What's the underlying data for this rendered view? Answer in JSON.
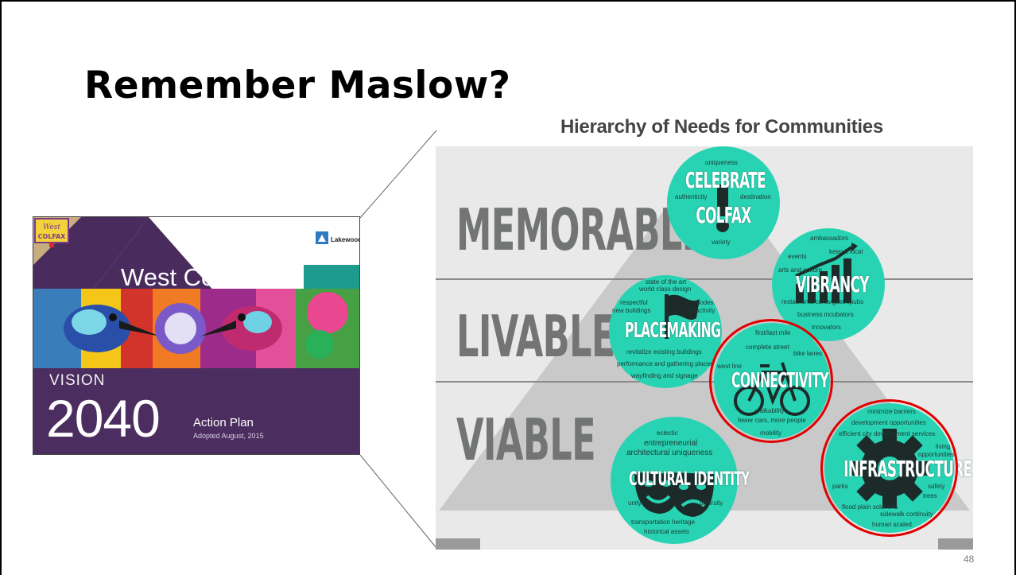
{
  "slide": {
    "title": "Remember Maslow?",
    "page_number": "48"
  },
  "cover": {
    "brand": "Lakewood",
    "title": "West Colfax",
    "vision_label": "VISION",
    "year": "2040",
    "subtitle": "Action Plan",
    "adopted": "Adopted August, 2015",
    "sign_text": "West COLFAX"
  },
  "diagram": {
    "title": "Hierarchy of Needs for Communities",
    "tiers": [
      "MEMORABLE",
      "LIVABLE",
      "VIABLE"
    ],
    "celebrate": {
      "title_line1": "CELEBRATE",
      "title_line2": "COLFAX",
      "keywords": [
        "uniqueness",
        "authenticity",
        "destination",
        "variety"
      ]
    },
    "vibrancy": {
      "title": "VIBRANCY",
      "keywords": [
        "ambassadors",
        "events",
        "keep it local",
        "arts and culture",
        "restaurants/cafes/gastropubs",
        "business incubators",
        "innovators"
      ]
    },
    "placemaking": {
      "title": "PLACEMAKING",
      "keywords": [
        "state of the art",
        "world class design",
        "respectful",
        "new buildings",
        "nodes",
        "of activity",
        "revitalize existing buildings",
        "performance and gathering places",
        "wayfinding and signage"
      ]
    },
    "connectivity": {
      "title": "CONNECTIVITY",
      "keywords": [
        "first/last mile",
        "complete street",
        "bike lanes",
        "west line",
        "walkability",
        "fewer cars, more people",
        "mobility"
      ]
    },
    "infrastructure": {
      "title": "INFRASTRUCTURE",
      "keywords": [
        "minimize barriers",
        "development opportunities",
        "efficient city development services",
        "living",
        "opportunities",
        "parks",
        "safety",
        "trees",
        "flood plain solutions",
        "sidewalk continuity",
        "human scaled"
      ]
    },
    "cultural": {
      "title": "CULTURAL IDENTITY",
      "keywords": [
        "eclectic",
        "entrepreneurial",
        "architectural uniqueness",
        "unity",
        "diversity",
        "transportation heritage",
        "historical assets"
      ]
    },
    "colors": {
      "circle": "#28d3b3",
      "highlight_ring": "#e00000",
      "pyramid": "#c9c9c9",
      "tier_text": "#737575"
    }
  }
}
